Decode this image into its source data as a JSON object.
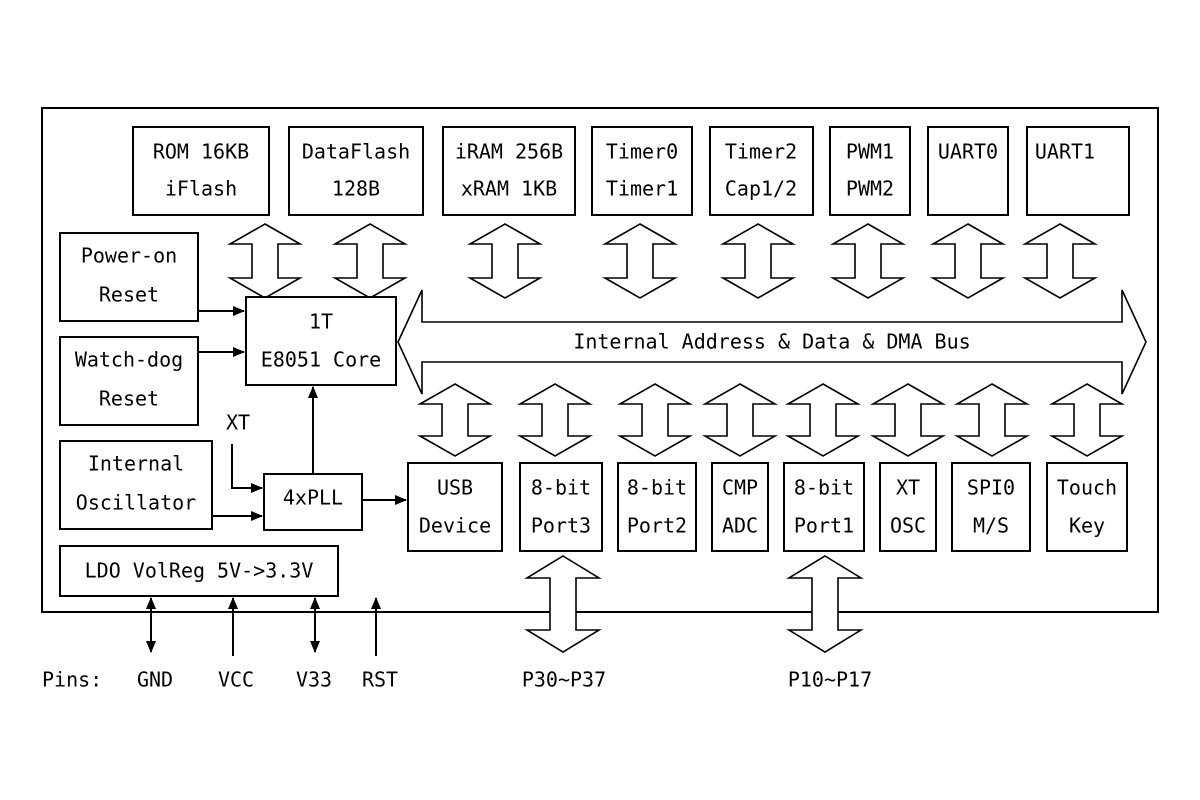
{
  "blocks": {
    "rom": [
      "ROM 16KB",
      "iFlash"
    ],
    "dataflash": [
      "DataFlash",
      "128B"
    ],
    "ram": [
      "iRAM 256B",
      "xRAM 1KB"
    ],
    "timer01": [
      "Timer0",
      "Timer1"
    ],
    "timer2": [
      "Timer2",
      "Cap1/2"
    ],
    "pwm": [
      "PWM1",
      "PWM2"
    ],
    "uart0": [
      "UART0"
    ],
    "uart1": [
      "UART1"
    ],
    "power_on_reset": [
      "Power-on",
      "Reset"
    ],
    "watchdog_reset": [
      "Watch-dog",
      "Reset"
    ],
    "core": [
      "1T",
      "E8051 Core"
    ],
    "internal_osc": [
      "Internal",
      "Oscillator"
    ],
    "pll": [
      "4xPLL"
    ],
    "ldo": [
      "LDO VolReg 5V->3.3V"
    ],
    "usb": [
      "USB",
      "Device"
    ],
    "port3": [
      "8-bit",
      "Port3"
    ],
    "port2": [
      "8-bit",
      "Port2"
    ],
    "cmp_adc": [
      "CMP",
      "ADC"
    ],
    "port1": [
      "8-bit",
      "Port1"
    ],
    "xt_osc": [
      "XT",
      "OSC"
    ],
    "spi0": [
      "SPI0",
      "M/S"
    ],
    "touch_key": [
      "Touch",
      "Key"
    ]
  },
  "bus_label": "Internal Address & Data & DMA Bus",
  "xt_label": "XT",
  "pins": {
    "title": "Pins:",
    "gnd": "GND",
    "vcc": "VCC",
    "v33": "V33",
    "rst": "RST",
    "p3": "P30~P37",
    "p1": "P10~P17"
  }
}
